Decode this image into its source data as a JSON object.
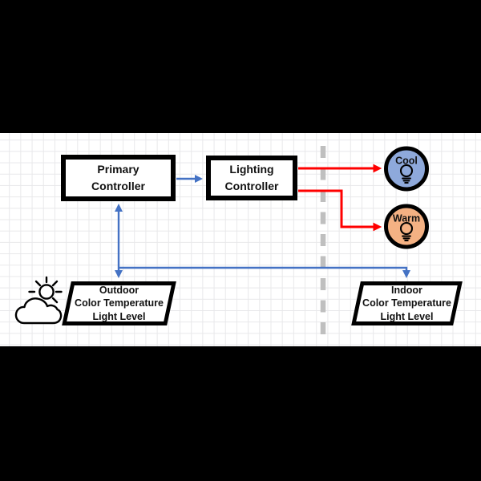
{
  "diagram": {
    "controllers": {
      "primary": {
        "line1": "Primary",
        "line2": "Controller"
      },
      "lighting": {
        "line1": "Lighting",
        "line2": "Controller"
      }
    },
    "lights": {
      "cool": {
        "label": "Cool",
        "fill": "#8EA9DB"
      },
      "warm": {
        "label": "Warm",
        "fill": "#F4B183"
      }
    },
    "inputs": {
      "outdoor": {
        "line1": "Outdoor",
        "line2": "Color Temperature",
        "line3": "Light Level"
      },
      "indoor": {
        "line1": "Indoor",
        "line2": "Color Temperature",
        "line3": "Light Level"
      }
    },
    "colors": {
      "signal_blue": "#4472C4",
      "signal_red": "#FF0000",
      "divider_gray": "#BFBFBF",
      "outline_black": "#000000"
    }
  }
}
